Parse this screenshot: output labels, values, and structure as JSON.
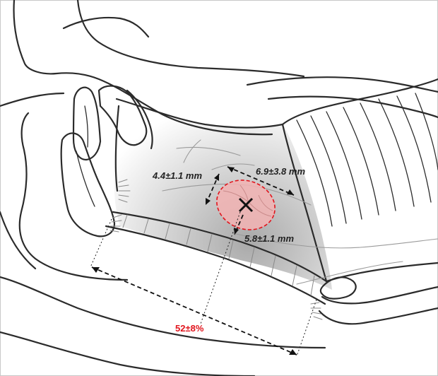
{
  "labels": {
    "top_width": "6.9±3.8 mm",
    "left_height": "4.4±1.1 mm",
    "lower_distance": "5.8±1.1 mm",
    "percent_position": "52±8%"
  },
  "colors": {
    "ellipse_fill": "#f2b3b3",
    "ellipse_stroke": "#e1141c",
    "percent_text": "#e1141c"
  }
}
